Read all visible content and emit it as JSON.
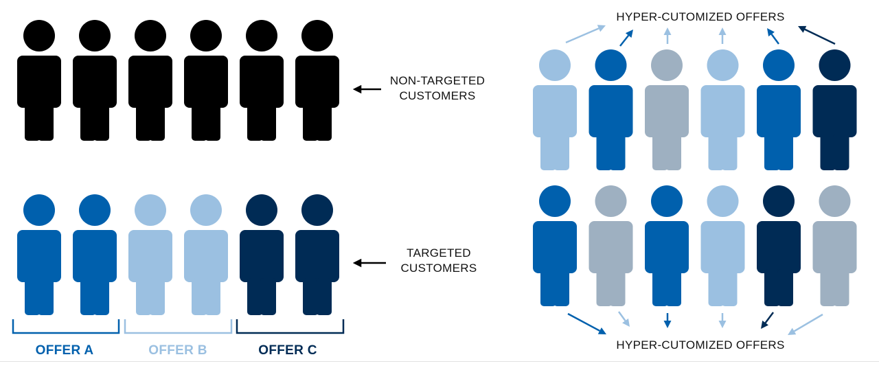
{
  "colors": {
    "black": "#000000",
    "blue": "#0060ad",
    "light_blue": "#9bc0e1",
    "navy": "#002b55",
    "gray": "#9eb0c1"
  },
  "icon": "person-icon",
  "labels": {
    "non_targeted_line1": "NON-TARGETED",
    "non_targeted_line2": "CUSTOMERS",
    "targeted_line1": "TARGETED",
    "targeted_line2": "CUSTOMERS",
    "hyper_top": "HYPER-CUTOMIZED OFFERS",
    "hyper_bottom": "HYPER-CUTOMIZED OFFERS"
  },
  "offers": [
    {
      "label": "OFFER A",
      "color": "#0060ad"
    },
    {
      "label": "OFFER B",
      "color": "#9bc0e1"
    },
    {
      "label": "OFFER C",
      "color": "#002b55"
    }
  ],
  "rows": {
    "non_targeted": [
      "black",
      "black",
      "black",
      "black",
      "black",
      "black"
    ],
    "targeted": [
      "blue",
      "blue",
      "light_blue",
      "light_blue",
      "navy",
      "navy"
    ],
    "hyper_top": [
      "light_blue",
      "blue",
      "gray",
      "light_blue",
      "blue",
      "navy"
    ],
    "hyper_bottom": [
      "blue",
      "gray",
      "blue",
      "light_blue",
      "navy",
      "gray"
    ]
  },
  "hyper_arrows": {
    "top": [
      "light_blue",
      "blue",
      "light_blue",
      "light_blue",
      "blue",
      "navy"
    ],
    "bottom": [
      "blue",
      "light_blue",
      "blue",
      "light_blue",
      "navy",
      "light_blue"
    ]
  }
}
